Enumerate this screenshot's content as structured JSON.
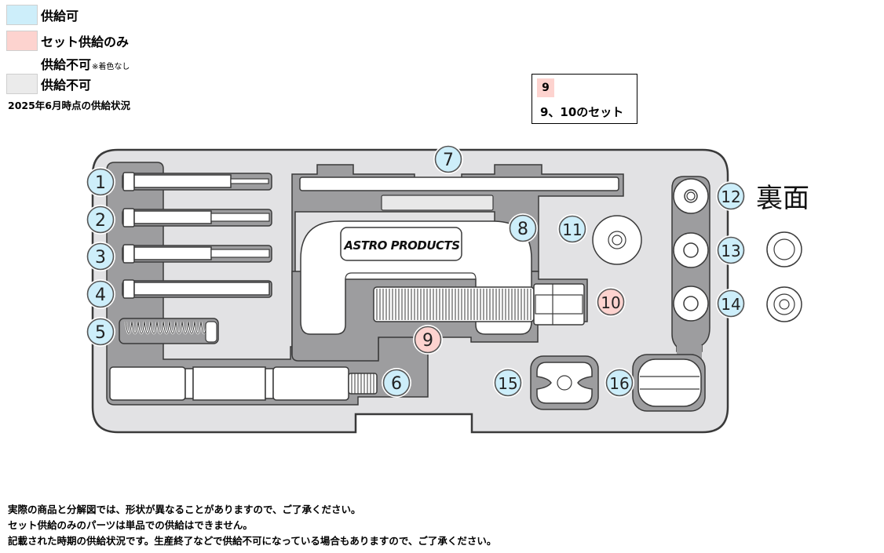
{
  "legend": [
    {
      "color": "#cdeefa",
      "label": "供給可",
      "note": ""
    },
    {
      "color": "#fdd3cf",
      "label": "セット供給のみ",
      "note": ""
    },
    {
      "color": "#ffffff",
      "label": "供給不可",
      "note": "※着色なし"
    },
    {
      "color": "#ebebeb",
      "label": "供給不可",
      "note": ""
    }
  ],
  "status_date": "2025年6月時点の供給状況",
  "set_box": {
    "badge": "9",
    "text": "9、10のセット"
  },
  "diagram": {
    "brand_logo": "ASTRO PRODUCTS",
    "back_label": "裏面",
    "callouts": [
      {
        "number": "1",
        "status": "available"
      },
      {
        "number": "2",
        "status": "available"
      },
      {
        "number": "3",
        "status": "available"
      },
      {
        "number": "4",
        "status": "available"
      },
      {
        "number": "5",
        "status": "available"
      },
      {
        "number": "6",
        "status": "available"
      },
      {
        "number": "7",
        "status": "available"
      },
      {
        "number": "8",
        "status": "available"
      },
      {
        "number": "9",
        "status": "set_only"
      },
      {
        "number": "10",
        "status": "set_only"
      },
      {
        "number": "11",
        "status": "available"
      },
      {
        "number": "12",
        "status": "available"
      },
      {
        "number": "13",
        "status": "available"
      },
      {
        "number": "14",
        "status": "available"
      },
      {
        "number": "15",
        "status": "available"
      },
      {
        "number": "16",
        "status": "available"
      }
    ]
  },
  "colors": {
    "available": "#cdeefa",
    "set_only": "#fdd3cf",
    "unavailable": "#ebebeb",
    "case_fill": "#e2e2e4",
    "tray_fill": "#9d9d9f"
  },
  "notes": [
    "実際の商品と分解図では、形状が異なることがありますので、ご了承ください。",
    "セット供給のみのパーツは単品での供給はできません。",
    "記載された時期の供給状況です。生産終了などで供給不可になっている場合もありますので、ご了承ください。"
  ]
}
